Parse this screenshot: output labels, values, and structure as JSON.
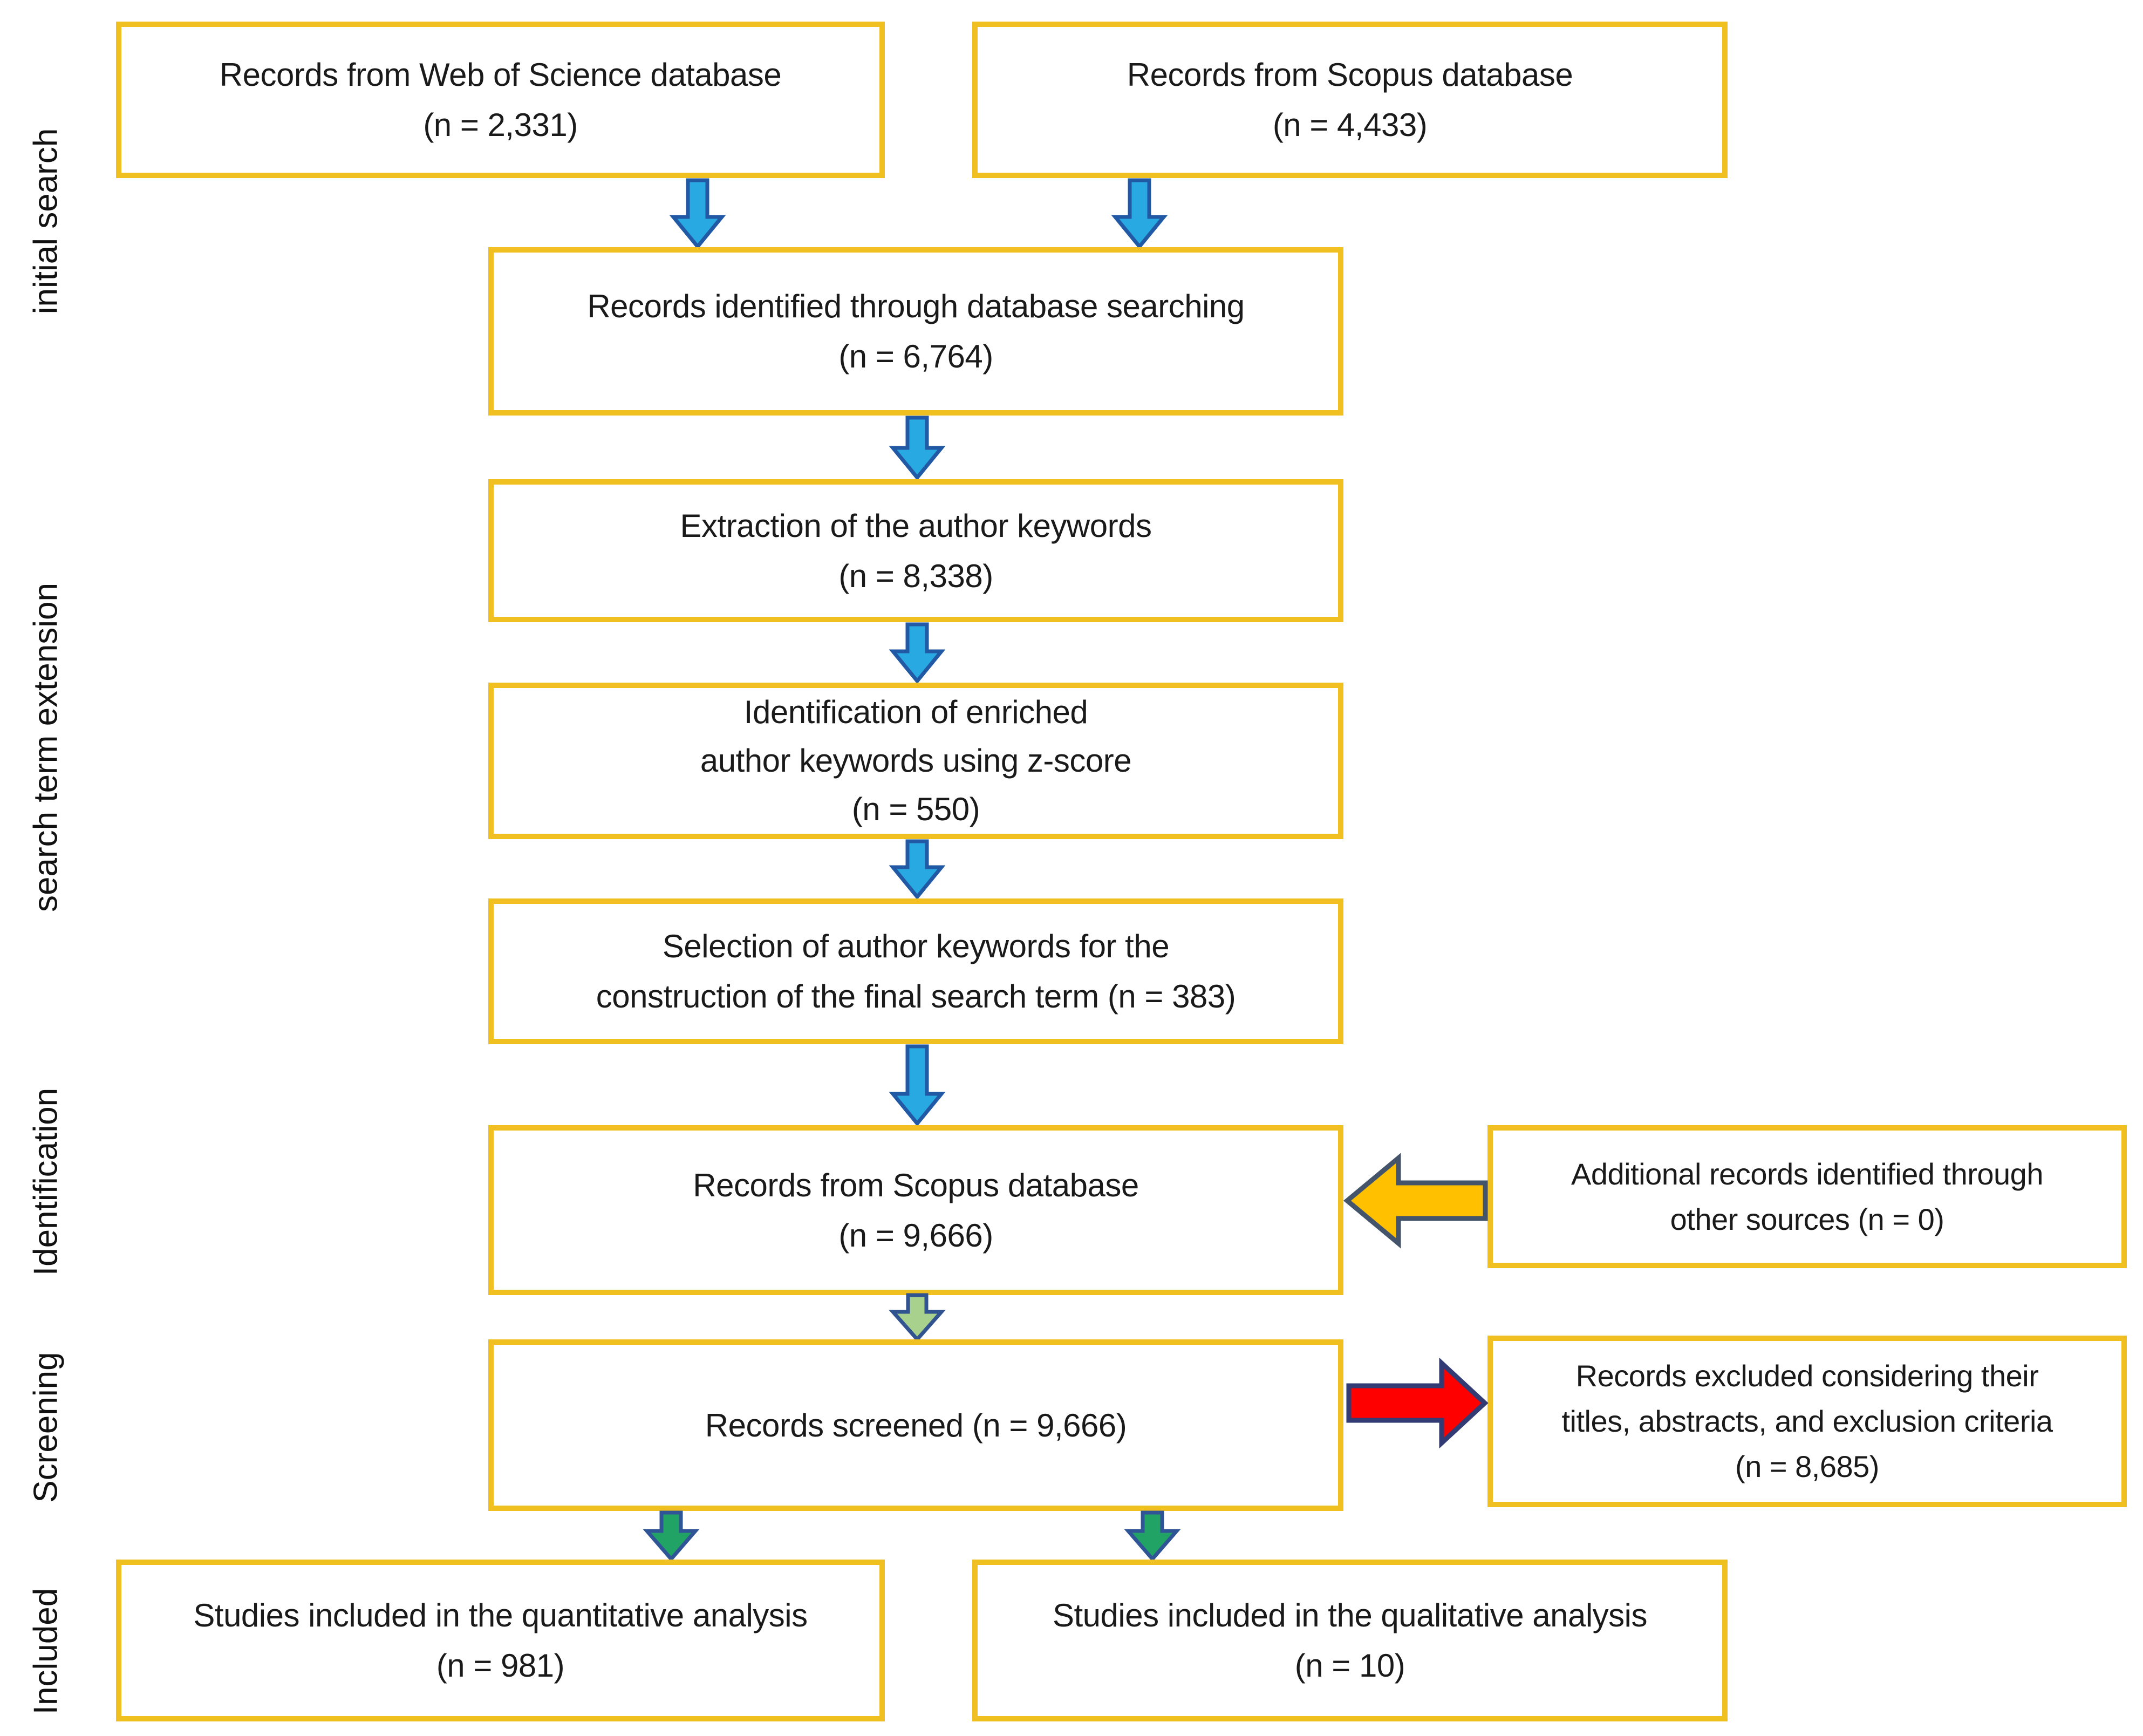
{
  "colors": {
    "box_border": "#EFC01F",
    "text": "#1A1A1A",
    "blue_fill": "#29A9E1",
    "blue_stroke": "#2159A5",
    "lightgreen_fill": "#A9D18E",
    "lightgreen_stroke": "#31538F",
    "green_fill": "#21A366",
    "green_stroke": "#2F5597",
    "orange_fill": "#FFC000",
    "orange_stroke": "#44546A",
    "red_fill": "#FE0000",
    "red_stroke": "#323B74"
  },
  "section_labels": [
    {
      "label": "initial search"
    },
    {
      "label": "search term extension"
    },
    {
      "label": "Identification"
    },
    {
      "label": "Screening"
    },
    {
      "label": "Included"
    }
  ],
  "boxes": {
    "wos": {
      "text": "Records from Web of Science database\n(n = 2,331)"
    },
    "scopus_top": {
      "text": "Records from Scopus database\n(n = 4,433)"
    },
    "identified": {
      "text": "Records identified through database searching\n(n = 6,764)"
    },
    "extraction": {
      "text": "Extraction of the author keywords\n(n = 8,338)"
    },
    "enriched": {
      "text": "Identification of enriched\nauthor keywords using z-score\n(n = 550)"
    },
    "selection": {
      "text": "Selection of author keywords for the\nconstruction of the final search term (n = 383)"
    },
    "scopus_final": {
      "text": "Records from Scopus database\n(n = 9,666)"
    },
    "additional": {
      "text": "Additional records identified through\nother sources (n = 0)"
    },
    "screened": {
      "text": "Records screened (n = 9,666)"
    },
    "excluded": {
      "text": "Records excluded considering their\ntitles, abstracts, and exclusion criteria\n(n = 8,685)"
    },
    "quantitative": {
      "text": "Studies included in the quantitative analysis\n(n = 981)"
    },
    "qualitative": {
      "text": "Studies included in the qualitative analysis\n(n = 10)"
    }
  }
}
